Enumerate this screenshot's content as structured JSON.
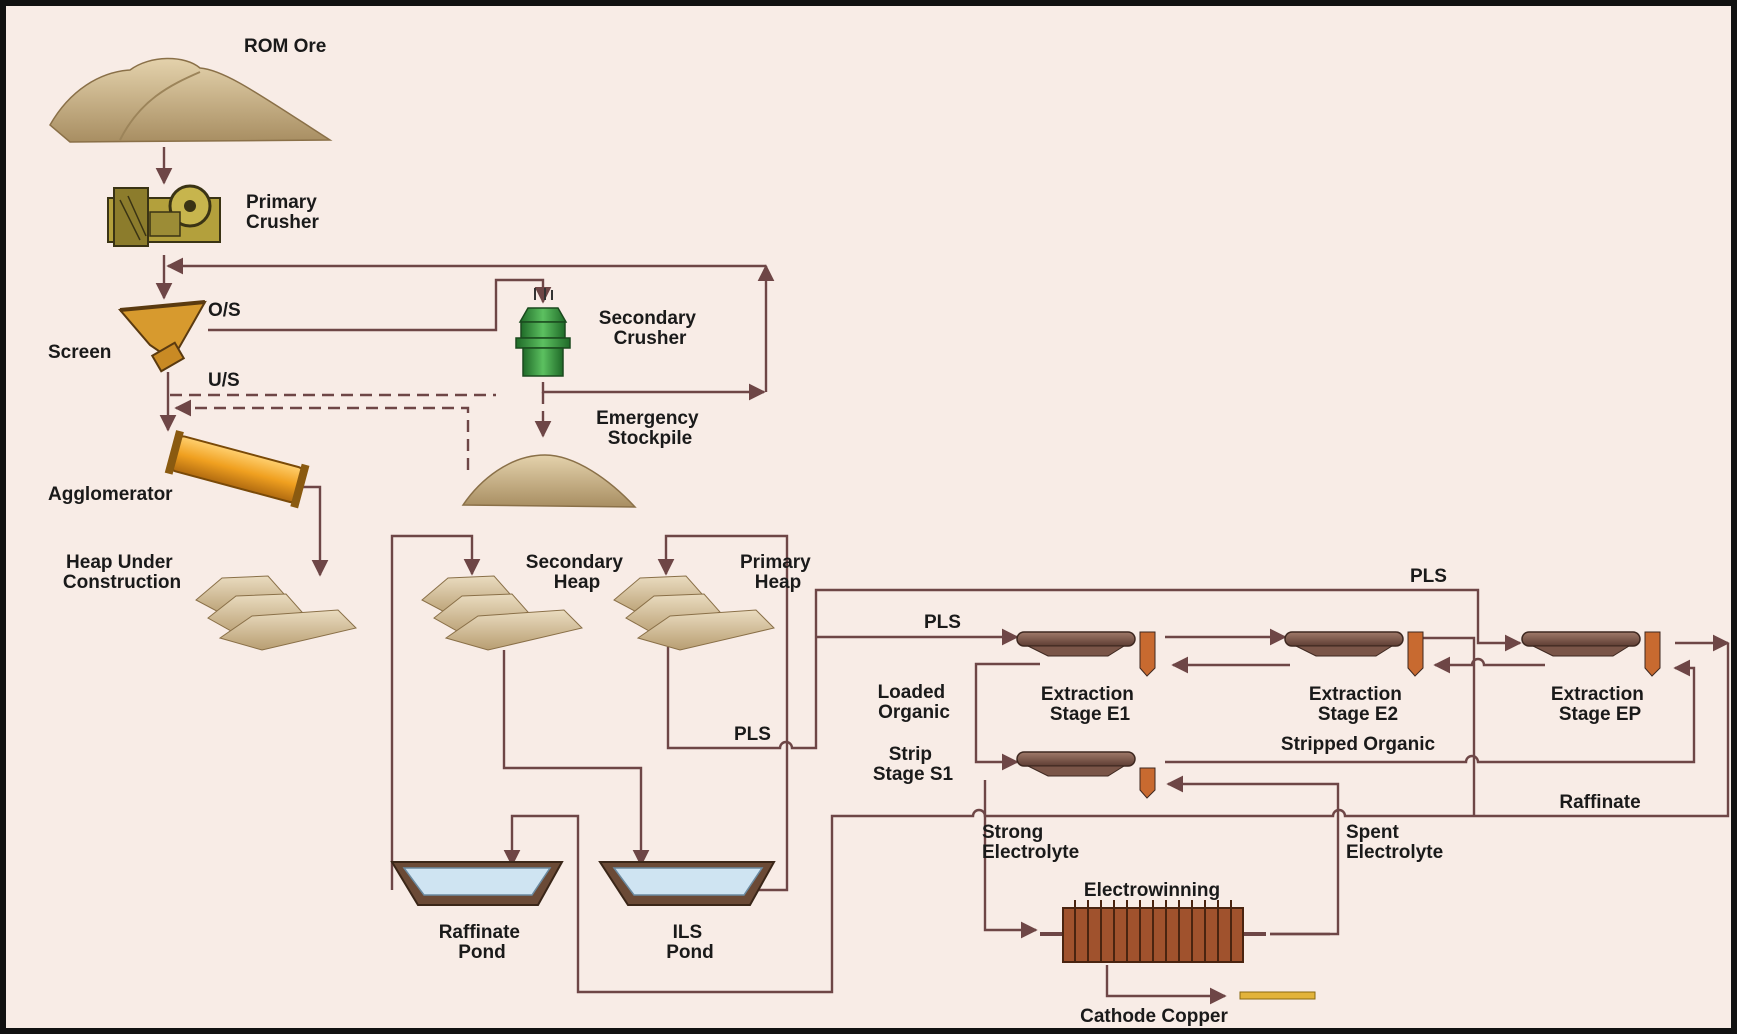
{
  "diagram": {
    "colors": {
      "background": "#f8ece6",
      "frame": "#111111",
      "flow_line": "#6e4646",
      "ore": "#c8b48c",
      "agglomerator": "#f0a020",
      "secondary_crusher": "#2e8b3a",
      "settler": "#7a5548",
      "pond_water": "#cfe4f2",
      "cathode_copper": "#e2b33a",
      "electrowinning_cell": "#a0522d"
    },
    "nodes": {
      "rom_ore": "ROM Ore",
      "primary_crusher": [
        "Primary",
        "Crusher"
      ],
      "screen": "Screen",
      "secondary_crusher": [
        "Secondary",
        "Crusher"
      ],
      "emergency_stockpile": [
        "Emergency",
        "Stockpile"
      ],
      "agglomerator": "Agglomerator",
      "heap_under_construction": [
        "Heap Under",
        "Construction"
      ],
      "secondary_heap": [
        "Secondary",
        "Heap"
      ],
      "primary_heap": [
        "Primary",
        "Heap"
      ],
      "raffinate_pond": [
        "Raffinate",
        "Pond"
      ],
      "ils_pond": [
        "ILS",
        "Pond"
      ],
      "extraction_e1": [
        "Extraction",
        "Stage E1"
      ],
      "extraction_e2": [
        "Extraction",
        "Stage E2"
      ],
      "extraction_ep": [
        "Extraction",
        "Stage EP"
      ],
      "strip_s1": [
        "Strip",
        "Stage S1"
      ],
      "electrowinning": "Electrowinning",
      "cathode_copper": "Cathode Copper"
    },
    "flow_labels": {
      "os": "O/S",
      "us": "U/S",
      "pls_top": "PLS",
      "pls_mid": "PLS",
      "pls_heap": "PLS",
      "loaded_organic": [
        "Loaded",
        "Organic"
      ],
      "stripped_organic": "Stripped Organic",
      "raffinate": "Raffinate",
      "strong_electrolyte": [
        "Strong",
        "Electrolyte"
      ],
      "spent_electrolyte": [
        "Spent",
        "Electrolyte"
      ]
    }
  }
}
